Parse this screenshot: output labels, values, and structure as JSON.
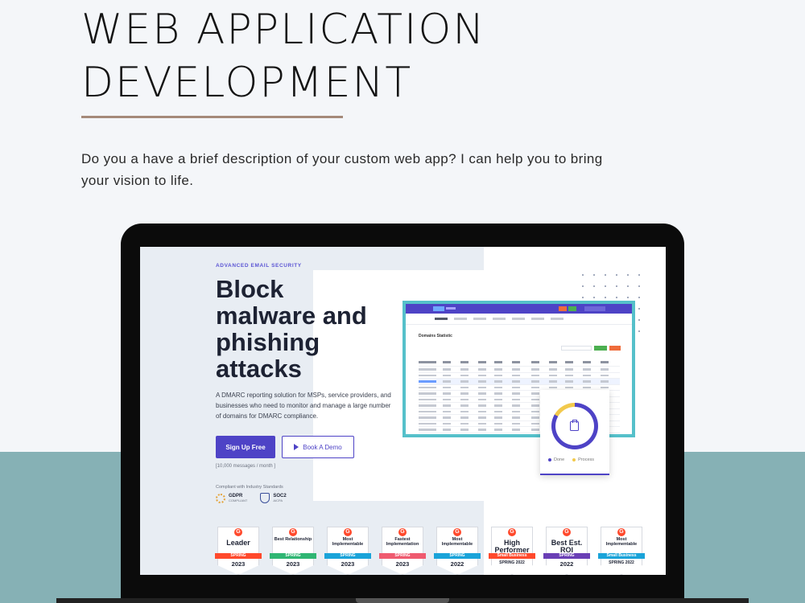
{
  "hero": {
    "title_line1": "WEB APPLICATION",
    "title_line2": "DEVELOPMENT",
    "description": "Do you a have a brief description of your custom web app? I can help you to bring your vision to life."
  },
  "screen": {
    "eyebrow": "ADVANCED EMAIL SECURITY",
    "headline_lines": [
      "Block",
      "malware and",
      "phishing",
      "attacks"
    ],
    "subtext": "A DMARC reporting solution for MSPs, service providers, and businesses who need to monitor and manage a large number of domains for DMARC compliance.",
    "primary_button": "Sign Up Free",
    "demo_button": "Book A Demo",
    "note": "[10,000 messages / month ]",
    "compliance_label": "Compliant with Industry Standards",
    "compliance_badges": [
      {
        "title": "GDPR",
        "sub": "COMPLIANT"
      },
      {
        "title": "SOC2",
        "sub": "AICPA"
      }
    ],
    "dashboard": {
      "title": "Domains Statistic"
    },
    "donut_legend": [
      "Done",
      "Process"
    ],
    "colors": {
      "accent": "#4e43c6",
      "teal": "#55c0ca",
      "g2_red": "#ff492c"
    }
  },
  "g2_badges": [
    {
      "category": "Leader",
      "band": "SPRING",
      "year": "2023",
      "band_color": "#ff492c",
      "big": true
    },
    {
      "category": "Best Relationship",
      "band": "SPRING",
      "year": "2023",
      "band_color": "#2fb673",
      "big": false
    },
    {
      "category": "Most Implementable",
      "band": "SPRING",
      "year": "2023",
      "band_color": "#1aa3d9",
      "big": false
    },
    {
      "category": "Fastest Implementation",
      "band": "SPRING",
      "year": "2023",
      "band_color": "#ef5a6f",
      "big": false
    },
    {
      "category": "Most Implementable",
      "band": "SPRING",
      "year": "2022",
      "band_color": "#1aa3d9",
      "big": false
    },
    {
      "category": "High Performer",
      "band": "Small Business",
      "year": "SPRING 2022",
      "band_color": "#ff492c",
      "big": true
    },
    {
      "category": "Best Est. ROI",
      "band": "SPRING",
      "year": "2022",
      "band_color": "#6a3fb5",
      "big": true
    },
    {
      "category": "Most Implementable",
      "band": "Small Business",
      "year": "SPRING 2022",
      "band_color": "#1aa3d9",
      "big": false
    }
  ]
}
